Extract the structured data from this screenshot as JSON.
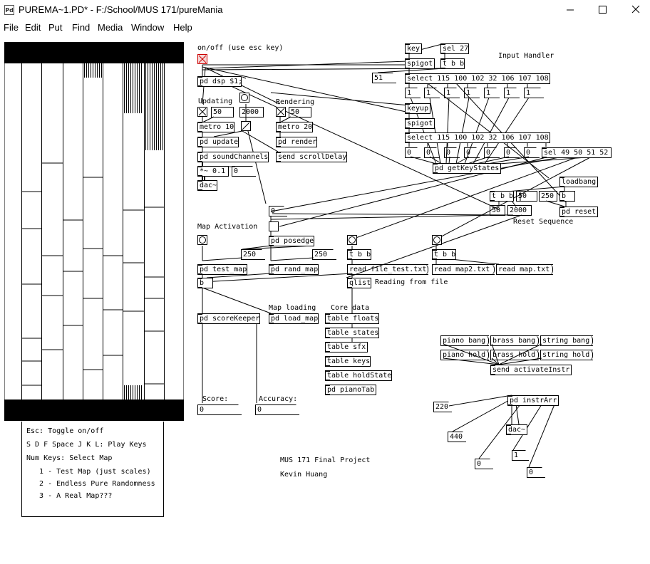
{
  "window": {
    "title": "PUREMA~1.PD* - F:/School/MUS 171/pureMania",
    "app_icon": "pd-icon",
    "controls": [
      "minimize-icon",
      "maximize-icon",
      "close-icon"
    ]
  },
  "menu": [
    "File",
    "Edit",
    "Put",
    "Find",
    "Media",
    "Window",
    "Help"
  ],
  "labels": {
    "onoff": "on/off (use esc key)",
    "updating": "Updating",
    "rendering": "Rendering",
    "input_handler": "Input Handler",
    "reset_sequence": "Reset Sequence",
    "map_activation": "Map Activation",
    "map_loading": "Map loading",
    "core_data": "Core data",
    "reading_from_file": "Reading from file",
    "score": "Score:",
    "accuracy": "Accuracy:",
    "project": "MUS 171 Final Project",
    "author": "Kevin Huang"
  },
  "objects": {
    "pd_dsp": "pd dsp $1;",
    "metro10": "metro 10",
    "metro20": "metro 20",
    "pd_update": "pd update",
    "pd_render": "pd render",
    "pd_soundchannels": "pd soundChannels",
    "send_scrolldelay": "send scrollDelay",
    "mul01": "*~ 0.1",
    "dac1": "dac~",
    "key": "key",
    "sel27": "sel 27",
    "spigot1": "spigot",
    "tbb1": "t b b",
    "select1": "select 115 100 102 32 106 107 108",
    "keyup": "keyup",
    "spigot2": "spigot",
    "select2": "select 115 100 102 32 106 107 108",
    "sel_nums": "sel 49 50 51 52",
    "pd_getkeystates": "pd getKeyStates",
    "loadbang": "loadbang",
    "tbb2": "t b b",
    "b1": "b",
    "pd_reset": "pd reset",
    "pd_posedge": "pd posedge",
    "tbb3": "t b b",
    "tbb4": "t b b",
    "pd_test_map": "pd test_map",
    "pd_rand_map": "pd rand_map",
    "b2": "b",
    "read_file_test": "read file_test.txt",
    "read_map2": "read map2.txt",
    "read_map": "read map.txt",
    "qlist": "qlist",
    "pd_scorekeeper": "pd scoreKeeper",
    "pd_load_map": "pd load_map",
    "table_floats": "table floats",
    "table_states": "table states",
    "table_sfx": "table sfx",
    "table_keys": "table keys",
    "table_holdstate": "table holdState",
    "pd_pianotab": "pd pianoTab",
    "piano_bang": "piano bang",
    "brass_bang": "brass bang",
    "string_bang": "string bang",
    "piano_hold": "piano hold",
    "brass_hold": "brass hold",
    "string_hold": "string hold",
    "send_activateinstr": "send activateInstr",
    "pd_instrarr": "pd instrArr",
    "dac2": "dac~"
  },
  "numbers": {
    "n50a": "50",
    "n2000a": "2000",
    "n50b": "50",
    "n0a": "0",
    "n51": "51",
    "key_ones": [
      "1",
      "1",
      "1",
      "1",
      "1",
      "1",
      "1"
    ],
    "key_zeros": [
      "0",
      "0",
      "0",
      "0",
      "0",
      "0",
      "0"
    ],
    "n0b": "0",
    "n50c": "50",
    "n250a": "250",
    "n50d": "50",
    "n2000b": "2000",
    "n250b": "250",
    "n250c": "250",
    "score_val": "0",
    "accuracy_val": "0",
    "n220": "220",
    "n440": "440",
    "n0c": "0",
    "n1": "1",
    "n0d": "0"
  },
  "help": [
    "Esc: Toggle on/off",
    "S D F Space J K L: Play Keys",
    "Num Keys: Select Map",
    "   1 - Test Map (just scales)",
    "   2 - Endless Pure Randomness",
    "   3 - A Real Map???"
  ]
}
